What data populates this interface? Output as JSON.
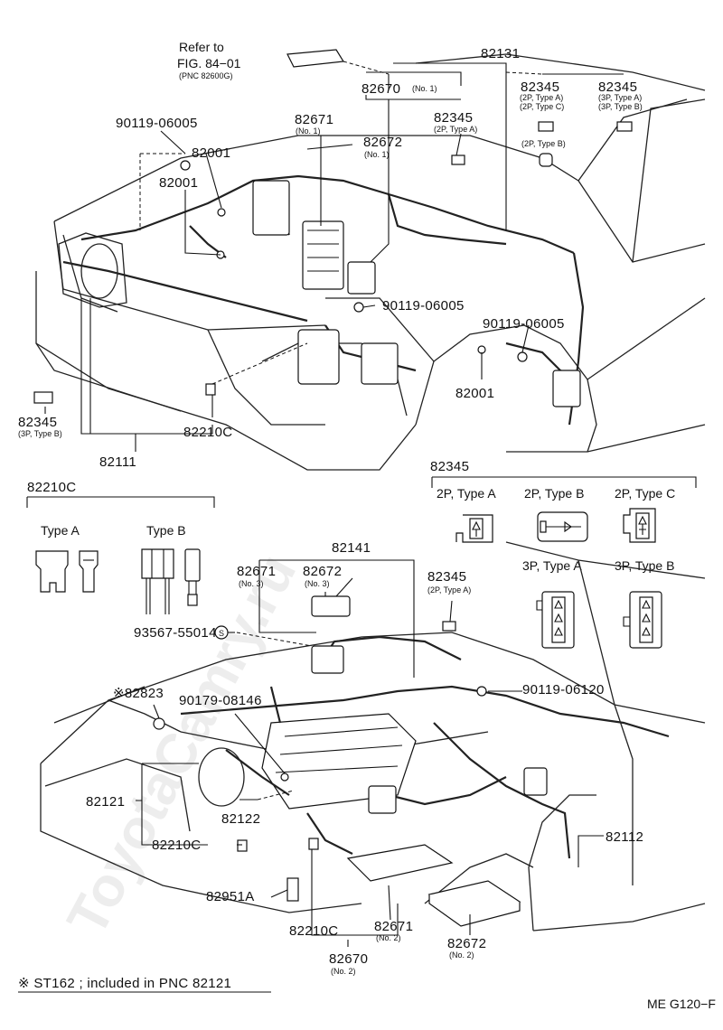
{
  "watermark": "ToyotaCamry.ru",
  "refer": {
    "line1": "Refer to",
    "line2": "FIG. 84−01",
    "line3": "(PNC 82600G)"
  },
  "callouts": {
    "p82131": "82131",
    "p82670_no1": "82670",
    "p82670_no1_sub": "(No. 1)",
    "p82345_2pa_top": "82345",
    "p82345_2pa_top_sub1": "(2P, Type A)",
    "p82345_2pa_top_sub2": "(2P, Type C)",
    "p82345_3pa_top": "82345",
    "p82345_3pa_top_sub1": "(3P, Type A)",
    "p82345_3pa_top_sub2": "(3P, Type B)",
    "p82345_2pb_note": "(2P, Type B)",
    "p82671_no1": "82671",
    "p82671_no1_sub": "(No. 1)",
    "p82345_mid": "82345",
    "p82345_mid_sub": "(2P, Type A)",
    "p90119_06005_a": "90119-06005",
    "p82672_no1": "82672",
    "p82672_no1_sub": "(No. 1)",
    "p82001_a": "82001",
    "p82001_b": "82001",
    "p90119_06005_b": "90119-06005",
    "p90119_06005_c": "90119-06005",
    "p82001_c": "82001",
    "p82345_left": "82345",
    "p82345_left_sub": "(3P, Type B)",
    "p82210c_a": "82210C",
    "p82111": "82111",
    "p82141": "82141",
    "p82671_no3": "82671",
    "p82671_no3_sub": "(No. 3)",
    "p82672_no3": "82672",
    "p82672_no3_sub": "(No. 3)",
    "p82345_lower": "82345",
    "p82345_lower_sub": "(2P, Type A)",
    "p93567": "93567-55014",
    "p93567_s": "S",
    "p82823": "※82823",
    "p90179": "90179-08146",
    "p90119_06120": "90119-06120",
    "p82121": "82121",
    "p82122": "82122",
    "p82210c_b": "82210C",
    "p82112": "82112",
    "p82951a": "82951A",
    "p82210c_c": "82210C",
    "p82671_no2": "82671",
    "p82671_no2_sub": "(No. 2)",
    "p82672_no2": "82672",
    "p82672_no2_sub": "(No. 2)",
    "p82670_no2": "82670",
    "p82670_no2_sub": "(No. 2)"
  },
  "fuse_legend": {
    "title": "82210C",
    "type_a": "Type A",
    "type_b": "Type B"
  },
  "connector_legend": {
    "title": "82345",
    "t2a": "2P, Type A",
    "t2b": "2P, Type B",
    "t2c": "2P, Type C",
    "t3a": "3P, Type A",
    "t3b": "3P, Type B"
  },
  "footnote": "※ ST162 ; included in PNC 82121",
  "figure_code": "ME G120−F"
}
